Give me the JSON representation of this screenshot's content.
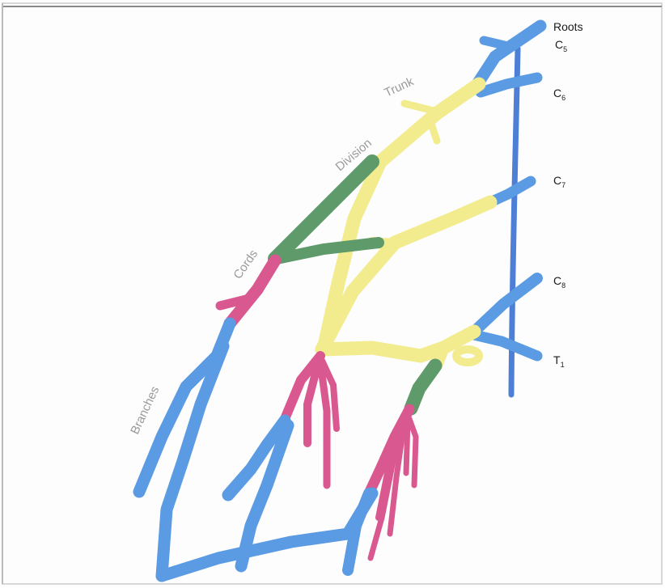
{
  "diagram": {
    "colors": {
      "roots": "#5b9be3",
      "trunk": "#f2ec8e",
      "division": "#5f9a6a",
      "cords": "#d9588f",
      "branches": "#5b9be3",
      "spine": "#4d7fd6"
    },
    "region_labels": {
      "roots": "Roots",
      "trunk": "Trunk",
      "division": "Division",
      "cords": "Cords",
      "branches": "Branches"
    },
    "root_labels": [
      {
        "main": "C",
        "sub": "5"
      },
      {
        "main": "C",
        "sub": "6"
      },
      {
        "main": "C",
        "sub": "7"
      },
      {
        "main": "C",
        "sub": "8"
      },
      {
        "main": "T",
        "sub": "1"
      }
    ]
  }
}
